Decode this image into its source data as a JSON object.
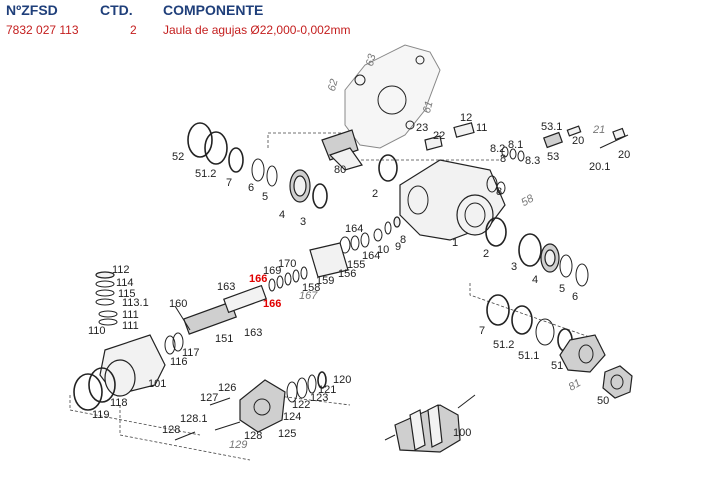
{
  "header": {
    "col_number": "NºZFSD",
    "col_quantity": "CTD.",
    "col_component": "COMPONENTE"
  },
  "row": {
    "number": "7832 027 113",
    "quantity": "2",
    "component": "Jaula de agujas Ø22,000-0,002mm"
  },
  "colors": {
    "header_text": "#1f3f7a",
    "row_text": "#c41e1e",
    "highlight_label": "#e00000"
  },
  "labels": {
    "l1": "1",
    "l2a": "2",
    "l2b": "2",
    "l3a": "3",
    "l3b": "3",
    "l4a": "4",
    "l4b": "4",
    "l5a": "5",
    "l5b": "5",
    "l6a": "6",
    "l6b": "6",
    "l7a": "7",
    "l7b": "7",
    "l8": "8",
    "l8_1": "8.1",
    "l8_2": "8.2",
    "l8_3": "8.3",
    "l9": "9",
    "l10": "10",
    "l11": "11",
    "l12": "12",
    "l20": "20",
    "l20_1": "20.1",
    "l20b": "20",
    "l21": "21",
    "l22": "22",
    "l23": "23",
    "l50": "50",
    "l51": "51",
    "l51_1": "51.1",
    "l51_2a": "51.2",
    "l51_2b": "51.2",
    "l52": "52",
    "l53": "53",
    "l53_1": "53.1",
    "l58": "58",
    "l61": "61",
    "l62": "62",
    "l63": "63",
    "l80": "80",
    "l81": "81",
    "l100": "100",
    "l101": "101",
    "l110": "110",
    "l111a": "111",
    "l111b": "111",
    "l112": "112",
    "l113_1": "113.1",
    "l114": "114",
    "l115": "115",
    "l116": "116",
    "l117": "117",
    "l118": "118",
    "l119": "119",
    "l120": "120",
    "l121": "121",
    "l122": "122",
    "l123": "123",
    "l124": "124",
    "l125": "125",
    "l126": "126",
    "l127": "127",
    "l128a": "128",
    "l128b": "128",
    "l128_1": "128.1",
    "l129": "129",
    "l151": "151",
    "l155": "155",
    "l156": "156",
    "l158": "158",
    "l159": "159",
    "l160": "160",
    "l163a": "163",
    "l163b": "163",
    "l164a": "164",
    "l164b": "164",
    "l166a": "166",
    "l166b": "166",
    "l167": "167",
    "l169": "169",
    "l170": "170"
  }
}
